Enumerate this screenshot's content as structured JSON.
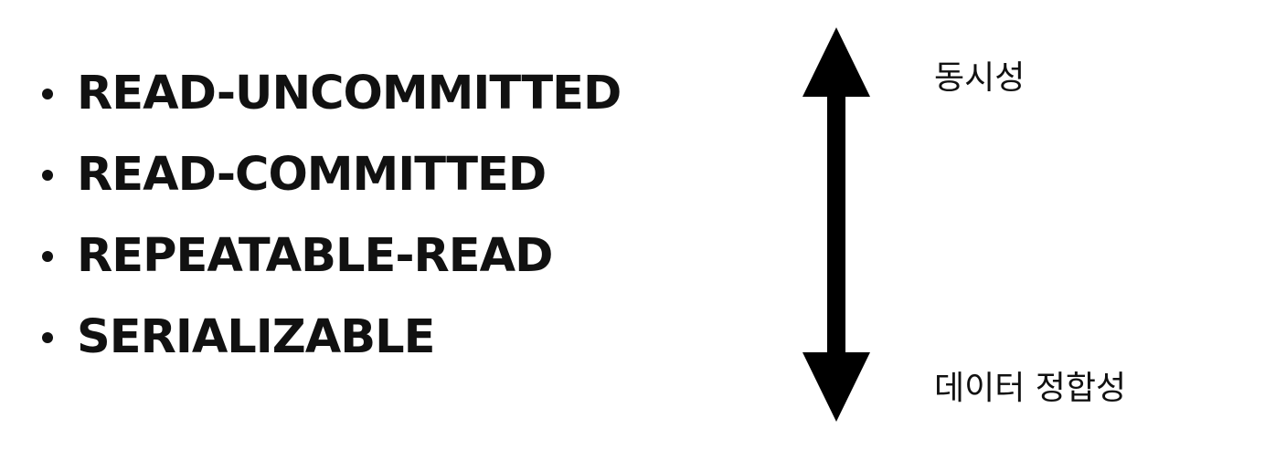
{
  "isolation_levels": [
    {
      "label": "READ-UNCOMMITTED"
    },
    {
      "label": "READ-COMMITTED"
    },
    {
      "label": "REPEATABLE-READ"
    },
    {
      "label": "SERIALIZABLE"
    }
  ],
  "axis": {
    "top_label": "동시성",
    "bottom_label": "데이터 정합성",
    "arrow_color": "#000000",
    "text_color": "#111111",
    "icon": "double-headed-vertical-arrow-icon"
  }
}
